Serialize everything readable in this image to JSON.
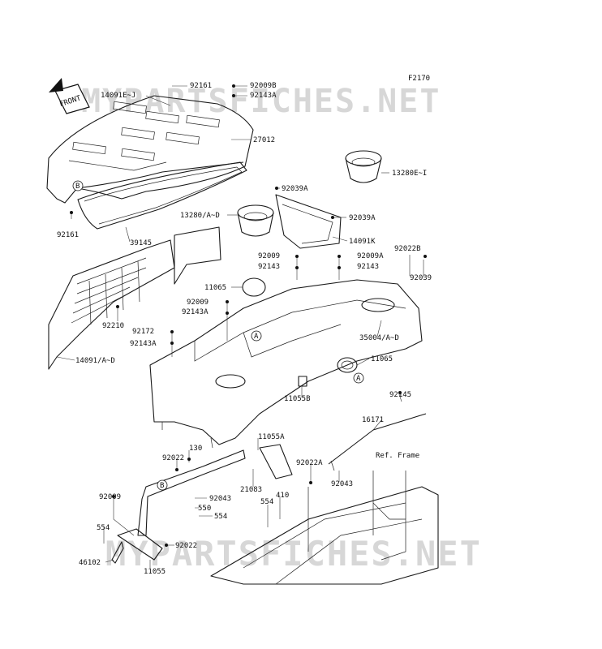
{
  "figure_code": "F2170",
  "front_label": "FRONT",
  "ref_frame": "Ref. Frame",
  "watermark": [
    "MYPARTSFICHES.NET",
    "MYPARTSFICHES.NET"
  ],
  "callouts": {
    "a": "A",
    "b": "B"
  },
  "labels": [
    {
      "id": "92161-top",
      "text": "92161"
    },
    {
      "id": "92009B",
      "text": "92009B"
    },
    {
      "id": "92143A-top",
      "text": "92143A"
    },
    {
      "id": "14091EJ",
      "text": "14091E~J"
    },
    {
      "id": "27012",
      "text": "27012"
    },
    {
      "id": "13280EI",
      "text": "13280E~I"
    },
    {
      "id": "92039A-1",
      "text": "92039A"
    },
    {
      "id": "92039A-2",
      "text": "92039A"
    },
    {
      "id": "13280AD",
      "text": "13280/A~D"
    },
    {
      "id": "14091K",
      "text": "14091K"
    },
    {
      "id": "92161-left",
      "text": "92161"
    },
    {
      "id": "39145",
      "text": "39145"
    },
    {
      "id": "92022B",
      "text": "92022B"
    },
    {
      "id": "92009-mid",
      "text": "92009"
    },
    {
      "id": "92143-mid",
      "text": "92143"
    },
    {
      "id": "92009A",
      "text": "92009A"
    },
    {
      "id": "92143-right",
      "text": "92143"
    },
    {
      "id": "92039",
      "text": "92039"
    },
    {
      "id": "11065-left",
      "text": "11065"
    },
    {
      "id": "92009-left",
      "text": "92009"
    },
    {
      "id": "92143A-left",
      "text": "92143A"
    },
    {
      "id": "92210",
      "text": "92210"
    },
    {
      "id": "92172",
      "text": "92172"
    },
    {
      "id": "92143A-mid",
      "text": "92143A"
    },
    {
      "id": "35004AD",
      "text": "35004/A~D"
    },
    {
      "id": "14091AD",
      "text": "14091/A~D"
    },
    {
      "id": "11065-right",
      "text": "11065"
    },
    {
      "id": "11055B",
      "text": "11055B"
    },
    {
      "id": "92145",
      "text": "92145"
    },
    {
      "id": "16171",
      "text": "16171"
    },
    {
      "id": "11055A",
      "text": "11055A"
    },
    {
      "id": "130",
      "text": "130"
    },
    {
      "id": "92022-left",
      "text": "92022"
    },
    {
      "id": "92022A",
      "text": "92022A"
    },
    {
      "id": "21083",
      "text": "21083"
    },
    {
      "id": "92043-right",
      "text": "92043"
    },
    {
      "id": "92009-bottom",
      "text": "92009"
    },
    {
      "id": "92043-left",
      "text": "92043"
    },
    {
      "id": "550",
      "text": "550"
    },
    {
      "id": "554-right",
      "text": "554"
    },
    {
      "id": "554-mid",
      "text": "554"
    },
    {
      "id": "410",
      "text": "410"
    },
    {
      "id": "554-left",
      "text": "554"
    },
    {
      "id": "92022-bottom",
      "text": "92022"
    },
    {
      "id": "46102",
      "text": "46102"
    },
    {
      "id": "11055",
      "text": "11055"
    }
  ]
}
